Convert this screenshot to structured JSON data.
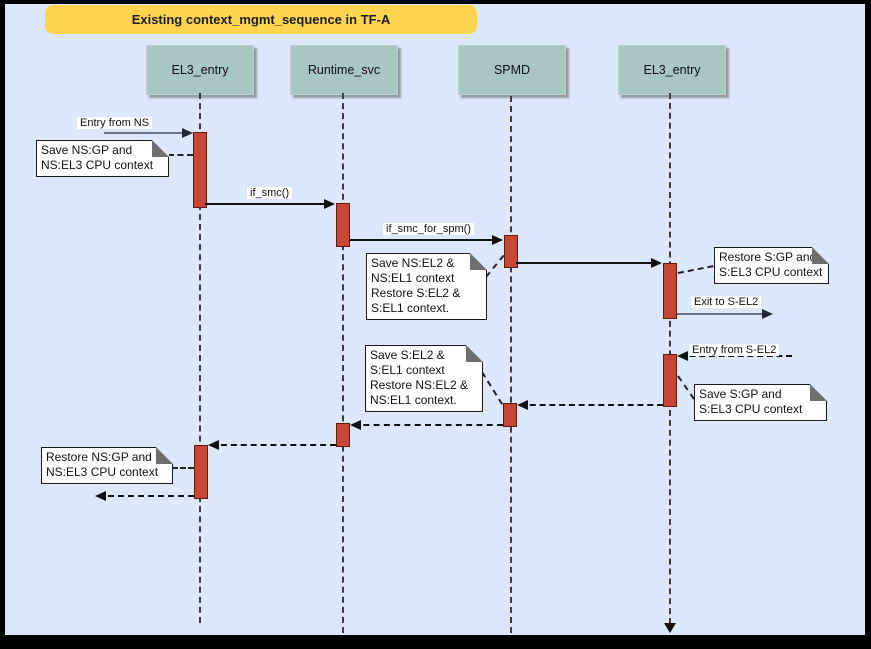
{
  "title": "Existing context_mgmt_sequence in TF-A",
  "actors": [
    {
      "label": "EL3_entry"
    },
    {
      "label": "Runtime_svc"
    },
    {
      "label": "SPMD"
    },
    {
      "label": "EL3_entry"
    }
  ],
  "messages": {
    "entry_from_ns": "Entry from NS",
    "if_smc": "if_smc()",
    "if_smc_for_spm": "if_smc_for_spm()",
    "exit_to_sel2": "Exit to S-EL2",
    "entry_from_sel2": "Entry from S-EL2"
  },
  "notes": {
    "save_ns_gp": "Save NS:GP and\nNS:EL3 CPU context",
    "save_ns_el2": "Save NS:EL2 &\nNS:EL1 context\nRestore S:EL2 &\nS:EL1 context.",
    "restore_s_gp": "Restore S:GP and\nS:EL3 CPU context",
    "save_s_gp": "Save S:GP and\nS:EL3 CPU context",
    "save_s_el2": "Save S:EL2 &\nS:EL1 context\nRestore NS:EL2 &\nNS:EL1 context.",
    "restore_ns_gp": "Restore NS:GP and\nNS:EL3 CPU context"
  },
  "colors": {
    "bg": "#dde7fb",
    "banner": "#fdd44f",
    "actor": "#a9c6c0",
    "bar": "#c74634",
    "note": "#ffffff"
  }
}
